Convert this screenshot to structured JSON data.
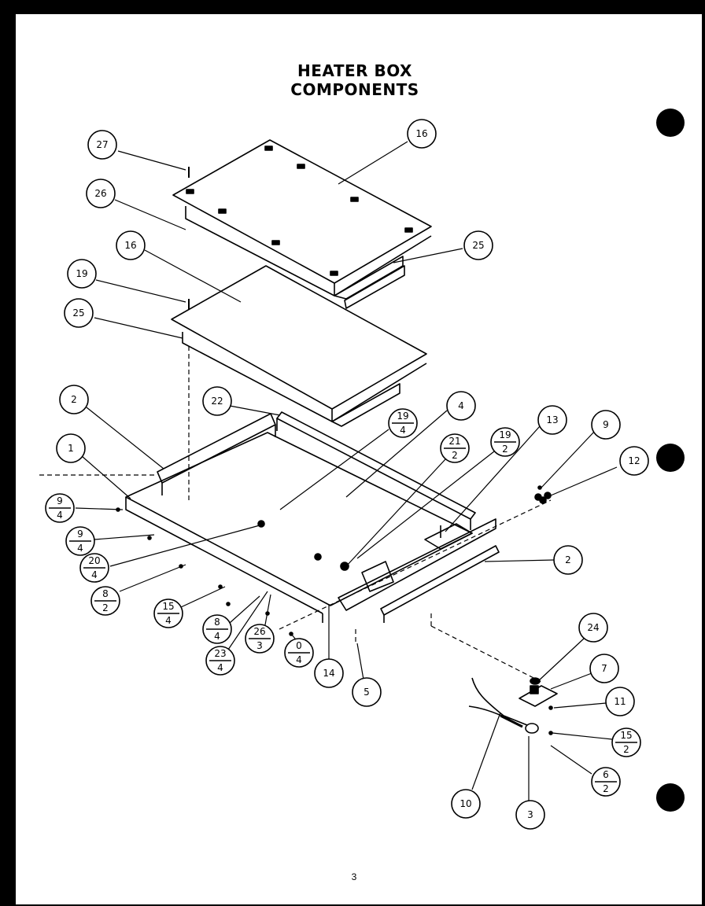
{
  "title": "HEATER BOX COMPONENTS",
  "page_number": "3",
  "callouts": [
    {
      "id": "c27",
      "top": "27",
      "bottom": ""
    },
    {
      "id": "c16a",
      "top": "16",
      "bottom": ""
    },
    {
      "id": "c26a",
      "top": "26",
      "bottom": ""
    },
    {
      "id": "c25a",
      "top": "25",
      "bottom": ""
    },
    {
      "id": "c16b",
      "top": "16",
      "bottom": ""
    },
    {
      "id": "c19a",
      "top": "19",
      "bottom": ""
    },
    {
      "id": "c25b",
      "top": "25",
      "bottom": ""
    },
    {
      "id": "c2a",
      "top": "2",
      "bottom": ""
    },
    {
      "id": "c22",
      "top": "22",
      "bottom": ""
    },
    {
      "id": "c19b",
      "top": "19",
      "bottom": "4"
    },
    {
      "id": "c4a",
      "top": "4",
      "bottom": ""
    },
    {
      "id": "c13",
      "top": "13",
      "bottom": ""
    },
    {
      "id": "c9a",
      "top": "9",
      "bottom": ""
    },
    {
      "id": "c1",
      "top": "1",
      "bottom": ""
    },
    {
      "id": "c21",
      "top": "21",
      "bottom": "2"
    },
    {
      "id": "c19c",
      "top": "19",
      "bottom": "2"
    },
    {
      "id": "c12",
      "top": "12",
      "bottom": ""
    },
    {
      "id": "c9b",
      "top": "9",
      "bottom": "4"
    },
    {
      "id": "c9c",
      "top": "9",
      "bottom": "4"
    },
    {
      "id": "c20",
      "top": "20",
      "bottom": "4"
    },
    {
      "id": "c2b",
      "top": "2",
      "bottom": ""
    },
    {
      "id": "c8a",
      "top": "8",
      "bottom": "2"
    },
    {
      "id": "c15a",
      "top": "15",
      "bottom": "4"
    },
    {
      "id": "c8b",
      "top": "8",
      "bottom": "4"
    },
    {
      "id": "c26b",
      "top": "26",
      "bottom": "3"
    },
    {
      "id": "c23",
      "top": "23",
      "bottom": "4"
    },
    {
      "id": "c0",
      "top": "0",
      "bottom": "4"
    },
    {
      "id": "c14",
      "top": "14",
      "bottom": ""
    },
    {
      "id": "c5",
      "top": "5",
      "bottom": ""
    },
    {
      "id": "c24",
      "top": "24",
      "bottom": ""
    },
    {
      "id": "c7",
      "top": "7",
      "bottom": ""
    },
    {
      "id": "c11",
      "top": "11",
      "bottom": ""
    },
    {
      "id": "c15b",
      "top": "15",
      "bottom": "2"
    },
    {
      "id": "c6",
      "top": "6",
      "bottom": "2"
    },
    {
      "id": "c10",
      "top": "10",
      "bottom": ""
    },
    {
      "id": "c3",
      "top": "3",
      "bottom": ""
    }
  ]
}
